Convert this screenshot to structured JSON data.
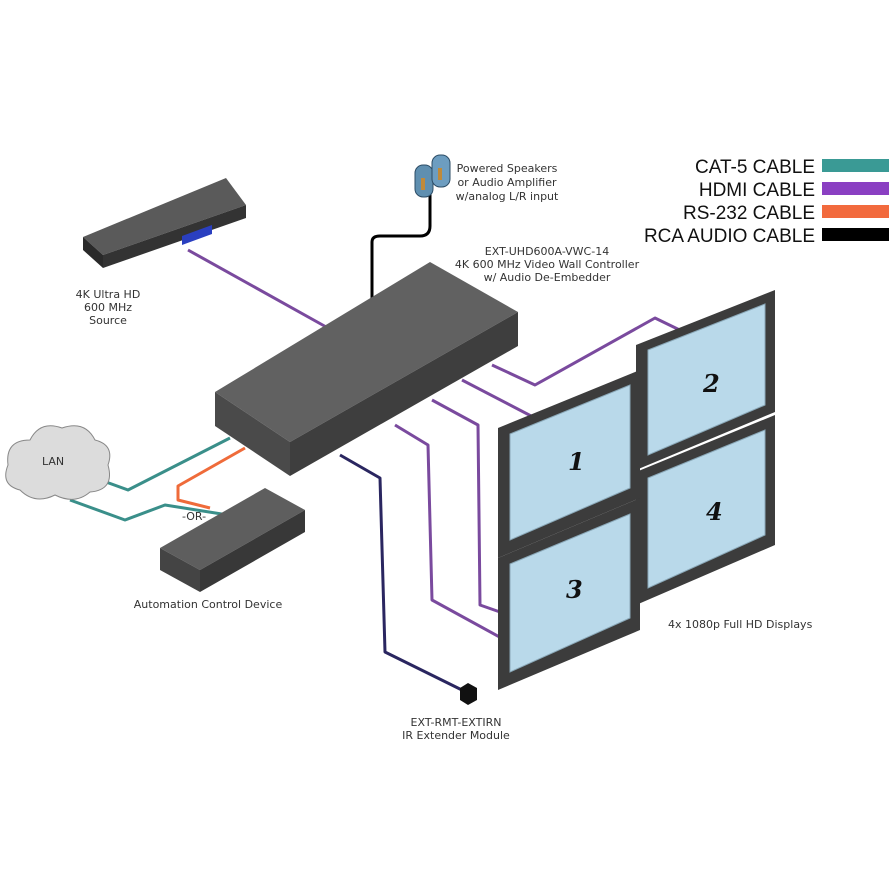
{
  "legend": [
    {
      "label": "CAT-5 CABLE",
      "color": "#3a9a95"
    },
    {
      "label": "HDMI CABLE",
      "color": "#8a3fc2"
    },
    {
      "label": "RS-232 CABLE",
      "color": "#f26a3d"
    },
    {
      "label": "RCA AUDIO CABLE",
      "color": "#000000"
    }
  ],
  "speakers": {
    "lines": [
      "Powered Speakers",
      "or Audio Amplifier",
      "w/analog L/R input"
    ]
  },
  "controller": {
    "lines": [
      "EXT-UHD600A-VWC-14",
      "4K 600 MHz Video Wall Controller",
      "w/ Audio De-Embedder"
    ]
  },
  "source": {
    "lines": [
      "4K Ultra HD",
      "600 MHz",
      "Source"
    ]
  },
  "lan": {
    "label": "LAN"
  },
  "or_label": "-OR-",
  "automation": {
    "label": "Automation Control Device"
  },
  "displays": {
    "label": "4x 1080p Full HD Displays",
    "numbers": [
      "1",
      "2",
      "3",
      "4"
    ]
  },
  "ir": {
    "lines": [
      "EXT-RMT-EXTIRN",
      "IR Extender Module"
    ]
  },
  "colors": {
    "hdmi": "#7a4a9e",
    "cat5": "#3a8f8a",
    "rs232": "#ef6b3a",
    "ir": "#2a2660",
    "screen": "#b9d9ea",
    "bezel": "#3c3c3c"
  }
}
